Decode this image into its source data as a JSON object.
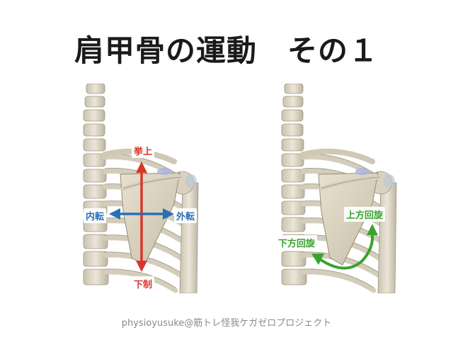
{
  "title": "肩甲骨の運動　その１",
  "credit": "physioyusuke@筋トレ怪我ケガゼロプロジェクト",
  "left_panel": {
    "labels": {
      "elevation": "挙上",
      "depression": "下制",
      "protraction_inner": "内転",
      "retraction_outer": "外転"
    },
    "colors": {
      "elevation": "#d9362b",
      "horizontal": "#2a6fb5"
    }
  },
  "right_panel": {
    "labels": {
      "upward_rotation": "上方回旋",
      "downward_rotation": "下方回旋"
    },
    "colors": {
      "rotation": "#3aa32e"
    }
  }
}
